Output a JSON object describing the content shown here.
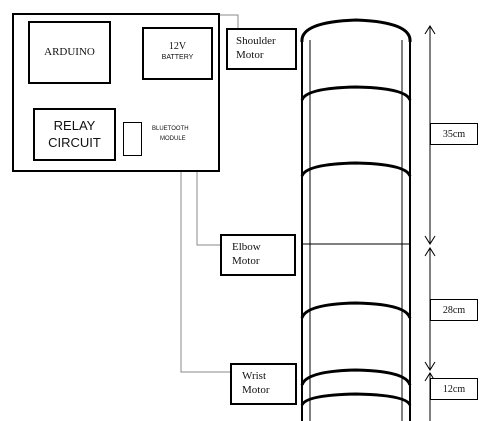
{
  "controller": {
    "arduino": "ARDUINO",
    "battery_line1": "12V",
    "battery_line2": "BATTERY",
    "relay_line1": "RELAY",
    "relay_line2": "CIRCUIT",
    "bluetooth_line1": "BLUETOOTH",
    "bluetooth_line2": "MODULE"
  },
  "motors": {
    "shoulder_line1": "Shoulder",
    "shoulder_line2": "Motor",
    "elbow_line1": "Elbow",
    "elbow_line2": "Motor",
    "wrist_line1": "Wrist",
    "wrist_line2": "Motor"
  },
  "dimensions": {
    "upper": "35cm",
    "middle": "28cm",
    "lower": "12cm"
  }
}
